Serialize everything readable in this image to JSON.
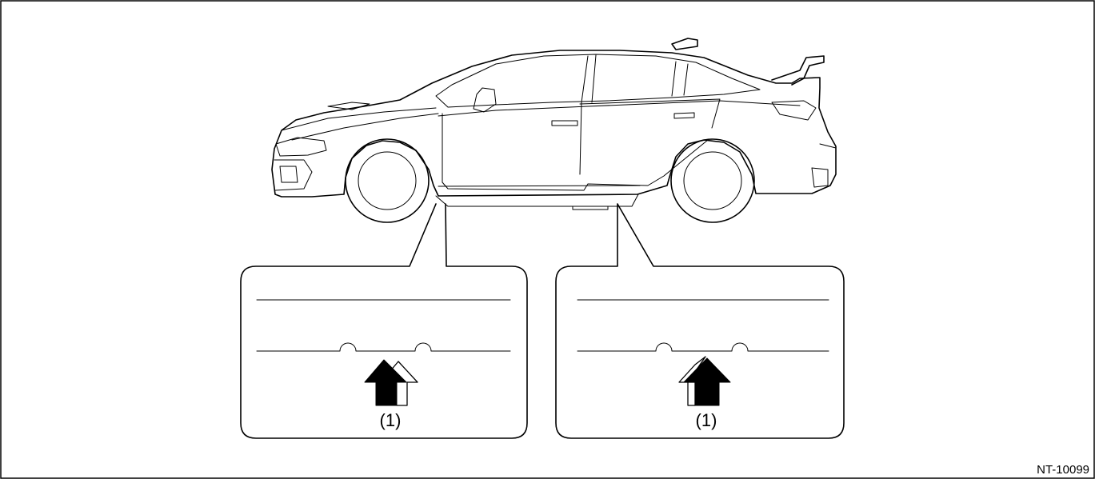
{
  "figure": {
    "id": "NT-10099"
  },
  "callouts": [
    {
      "label": "(1)",
      "arrow": "up-arrow-icon"
    },
    {
      "label": "(1)",
      "arrow": "up-arrow-icon"
    }
  ]
}
